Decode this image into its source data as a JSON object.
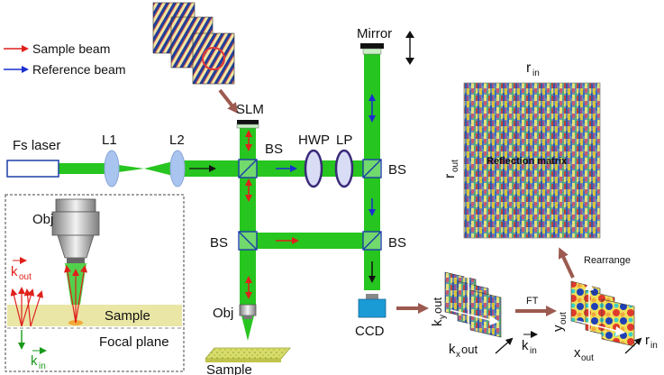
{
  "legend": {
    "sample_beam": "Sample beam",
    "reference_beam": "Reference beam"
  },
  "labels": {
    "fs_laser": "Fs laser",
    "l1": "L1",
    "l2": "L2",
    "slm": "SLM",
    "bs": "BS",
    "hwp": "HWP",
    "lp": "LP",
    "mirror": "Mirror",
    "obj": "Obj",
    "sample": "Sample",
    "ccd": "CCD",
    "focal_plane": "Focal plane",
    "reflection_matrix": "Reflection matrix",
    "r": "r",
    "sub_in": "in",
    "sub_out": "out",
    "k": "k",
    "x": "x",
    "y": "y",
    "ky_base": "k",
    "ky_sub": "y",
    "kx_base": "k",
    "kx_sub": "x",
    "ft": "FT",
    "rearrange": "Rearrange"
  },
  "colors": {
    "beam": "#27c51f",
    "sample_arrow": "#e0201b",
    "reference_arrow": "#1b2fd0",
    "optic_fill": "#a9c4ef",
    "brown_arrow": "#9c5a50",
    "sample_fill": "#e9e6a6",
    "ccd": "#1b9bd6"
  },
  "icons": {
    "camera": "ccd-camera-icon",
    "objective": "objective-lens-icon"
  }
}
